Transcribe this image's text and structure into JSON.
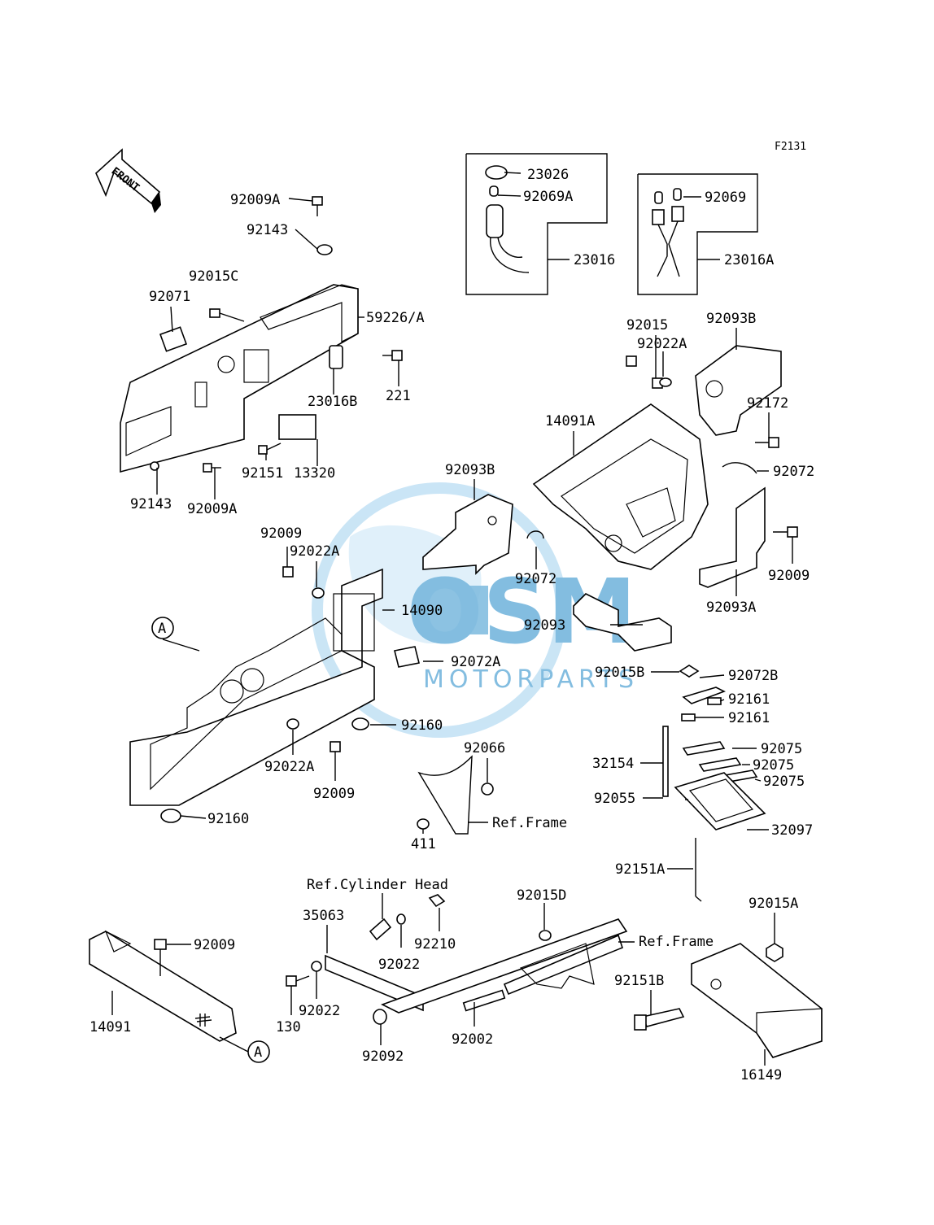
{
  "diagram_code": "F2131",
  "direction_label": "FRONT",
  "callouts": [
    {
      "id": "c01",
      "text": "92009A"
    },
    {
      "id": "c02",
      "text": "92143"
    },
    {
      "id": "c03",
      "text": "92015C"
    },
    {
      "id": "c04",
      "text": "92071"
    },
    {
      "id": "c05",
      "text": "59226/A"
    },
    {
      "id": "c06",
      "text": "23016B"
    },
    {
      "id": "c07",
      "text": "221"
    },
    {
      "id": "c08",
      "text": "92151"
    },
    {
      "id": "c09",
      "text": "13320"
    },
    {
      "id": "c10",
      "text": "92143"
    },
    {
      "id": "c11",
      "text": "92009A"
    },
    {
      "id": "c12",
      "text": "23026"
    },
    {
      "id": "c13",
      "text": "92069A"
    },
    {
      "id": "c14",
      "text": "23016"
    },
    {
      "id": "c15",
      "text": "92069"
    },
    {
      "id": "c16",
      "text": "23016A"
    },
    {
      "id": "c17",
      "text": "92015"
    },
    {
      "id": "c18",
      "text": "92022A"
    },
    {
      "id": "c19",
      "text": "92093B"
    },
    {
      "id": "c20",
      "text": "92172"
    },
    {
      "id": "c21",
      "text": "14091A"
    },
    {
      "id": "c22",
      "text": "92072"
    },
    {
      "id": "c23",
      "text": "92093B"
    },
    {
      "id": "c24",
      "text": "92072"
    },
    {
      "id": "c25",
      "text": "92009"
    },
    {
      "id": "c26",
      "text": "92093A"
    },
    {
      "id": "c27",
      "text": "92093"
    },
    {
      "id": "c28",
      "text": "92009"
    },
    {
      "id": "c29",
      "text": "92022A"
    },
    {
      "id": "c30",
      "text": "14090"
    },
    {
      "id": "c31",
      "text": "92072A"
    },
    {
      "id": "c32",
      "text": "92160"
    },
    {
      "id": "c33",
      "text": "92022A"
    },
    {
      "id": "c34",
      "text": "92009"
    },
    {
      "id": "c35",
      "text": "92160"
    },
    {
      "id": "c36",
      "text": "92066"
    },
    {
      "id": "c37",
      "text": "411"
    },
    {
      "id": "c38",
      "text": "Ref.Frame"
    },
    {
      "id": "c39",
      "text": "92015B"
    },
    {
      "id": "c40",
      "text": "92072B"
    },
    {
      "id": "c41",
      "text": "92161"
    },
    {
      "id": "c42",
      "text": "92161"
    },
    {
      "id": "c43",
      "text": "92075"
    },
    {
      "id": "c44",
      "text": "92075"
    },
    {
      "id": "c45",
      "text": "92075"
    },
    {
      "id": "c46",
      "text": "32154"
    },
    {
      "id": "c47",
      "text": "92055"
    },
    {
      "id": "c48",
      "text": "32097"
    },
    {
      "id": "c49",
      "text": "92151A"
    },
    {
      "id": "c50",
      "text": "Ref.Cylinder Head"
    },
    {
      "id": "c51",
      "text": "35063"
    },
    {
      "id": "c52",
      "text": "92210"
    },
    {
      "id": "c53",
      "text": "92022"
    },
    {
      "id": "c54",
      "text": "92022"
    },
    {
      "id": "c55",
      "text": "130"
    },
    {
      "id": "c56",
      "text": "92092"
    },
    {
      "id": "c57",
      "text": "92015D"
    },
    {
      "id": "c58",
      "text": "Ref.Frame"
    },
    {
      "id": "c59",
      "text": "92002"
    },
    {
      "id": "c60",
      "text": "92015A"
    },
    {
      "id": "c61",
      "text": "92151B"
    },
    {
      "id": "c62",
      "text": "16149"
    },
    {
      "id": "c63",
      "text": "92009"
    },
    {
      "id": "c64",
      "text": "14091"
    }
  ],
  "reference_markers": [
    {
      "id": "m1",
      "text": "A"
    },
    {
      "id": "m2",
      "text": "A"
    }
  ],
  "watermark": {
    "brand": "OSM",
    "sub": "MOTORPARTS",
    "color": "#1e88c8"
  }
}
